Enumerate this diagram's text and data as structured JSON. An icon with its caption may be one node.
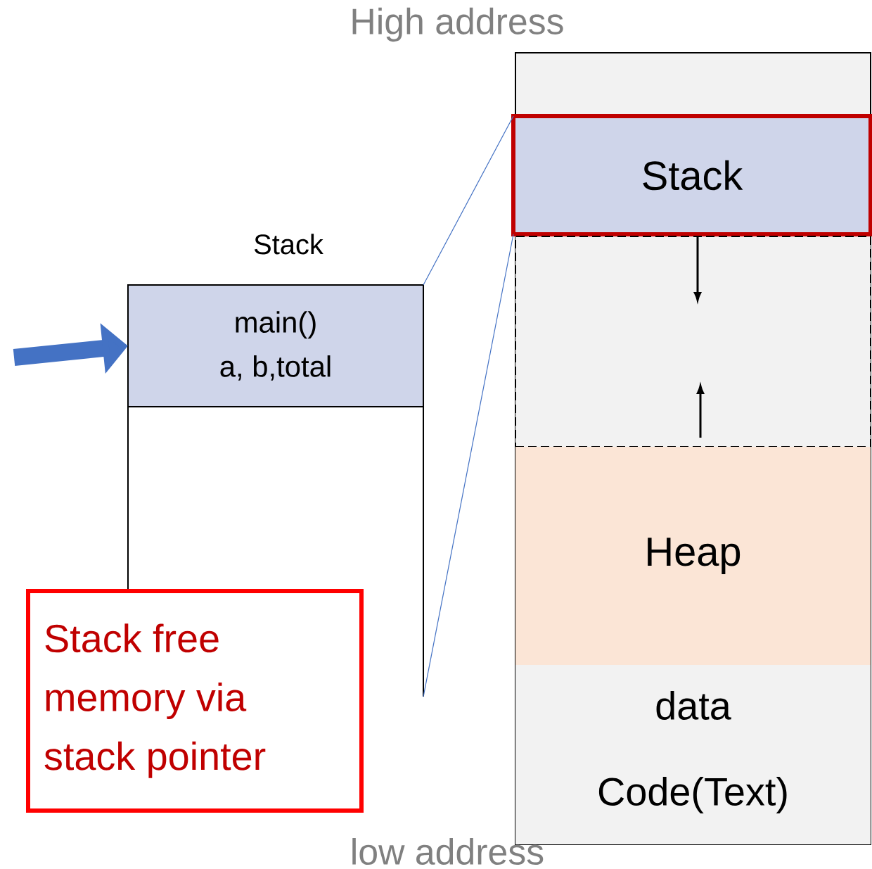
{
  "diagram": {
    "nodes": [
      {
        "text": [
          "Stack"
        ]
      },
      {
        "text": [],
        "shape": "box"
      },
      {
        "text": [
          "Heap"
        ]
      },
      {
        "text": [
          "data"
        ]
      },
      {
        "text": [
          "Code(Text)"
        ]
      },
      {
        "text": [
          "Stack"
        ]
      },
      {
        "text": [
          "main()",
          "a, b,total"
        ],
        "in": 5
      },
      {
        "text": [
          "Stack free memory via stack pointer"
        ]
      }
    ],
    "edges": [
      {
        "from": null,
        "to": 6,
        "arrow": "to",
        "style": "thick"
      },
      {
        "from": 5,
        "to": 0,
        "arrow": "none",
        "color": "#4472c4"
      },
      {
        "from": 5,
        "to": 0,
        "arrow": "none",
        "color": "#4472c4"
      }
    ],
    "labels": [
      "High address",
      "low address"
    ]
  }
}
